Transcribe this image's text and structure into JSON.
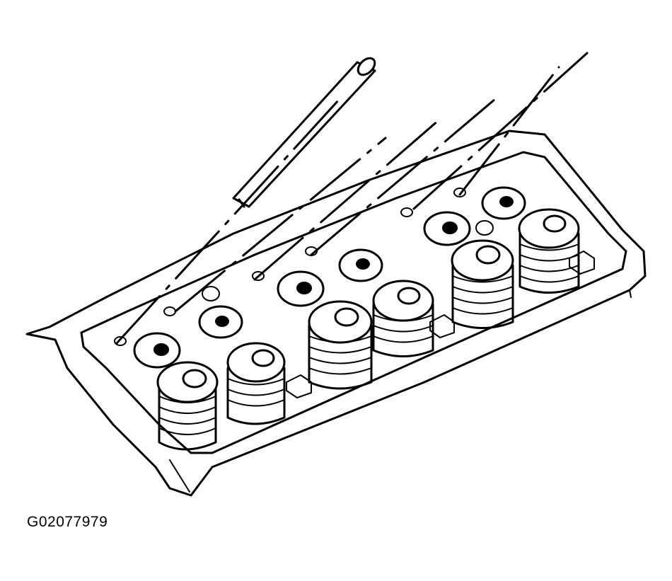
{
  "figure": {
    "code": "G02077979"
  },
  "colors": {
    "ink": "#000000",
    "paper": "#ffffff"
  },
  "illustration": {
    "subject": "cylinder-head-with-valve-springs-and-rocker-pivots",
    "valve_spring_count": 6
  }
}
